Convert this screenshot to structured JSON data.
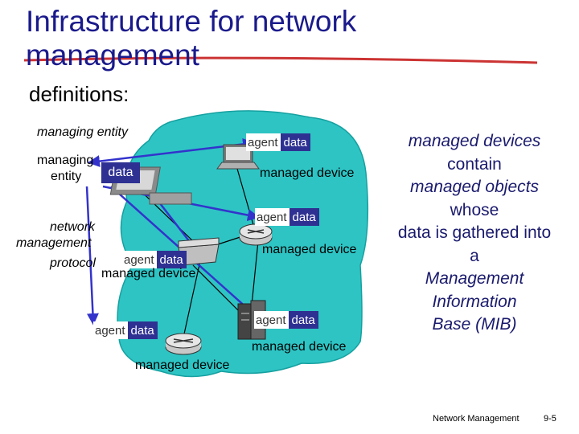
{
  "title": "Infrastructure for network management",
  "subtitle": "definitions:",
  "diagram": {
    "managing_entity_label": "managing entity",
    "managing_entity_box_line1": "managing",
    "managing_entity_box_line2": "entity",
    "managing_entity_data": "data",
    "protocol_line1": "network",
    "protocol_line2": "management",
    "protocol_line3": "protocol",
    "agent_label": "agent",
    "data_label": "data",
    "managed_device_label": "managed device",
    "colors": {
      "cloud": "#2ec4c4",
      "data_box": "#2e3192",
      "arrow": "#3333cc",
      "underline": "#cc3333"
    }
  },
  "side_text": {
    "line1": "managed devices",
    "line2": "contain",
    "line3": "managed objects",
    "line4": "whose",
    "line5": "data is gathered into",
    "line6": "a",
    "line7": "Management",
    "line8": "Information",
    "line9": "Base (MIB)"
  },
  "footer": {
    "label": "Network Management",
    "page": "9-5"
  }
}
